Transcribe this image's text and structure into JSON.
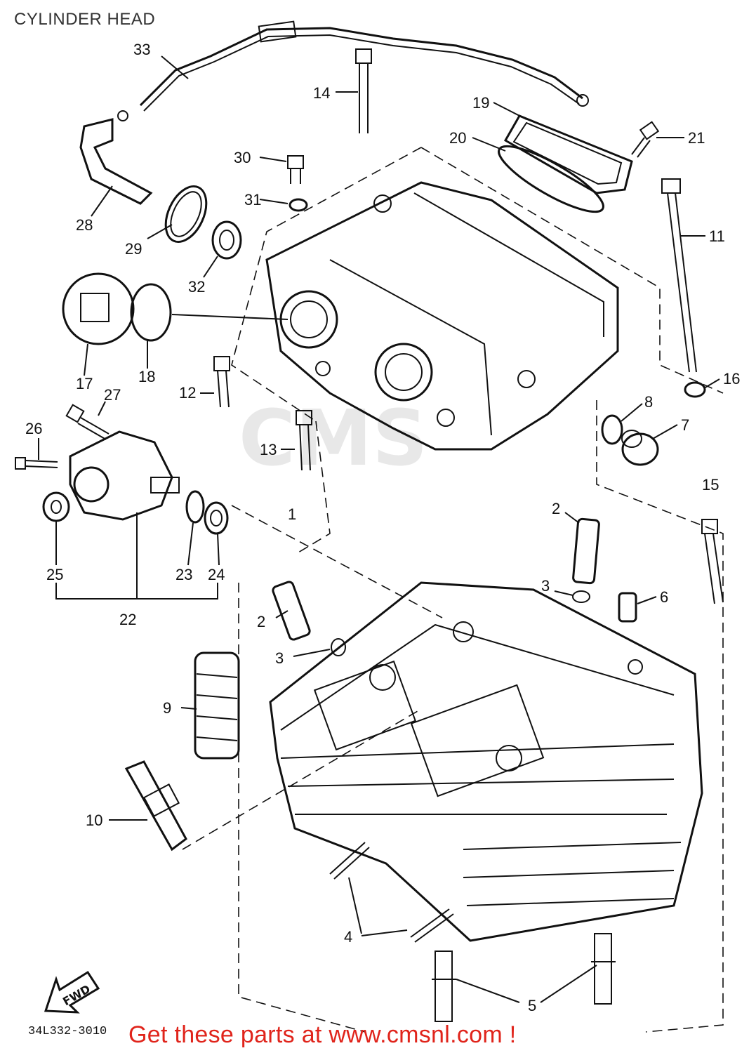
{
  "page": {
    "title": "CYLINDER HEAD"
  },
  "watermark": {
    "text": "CMS"
  },
  "footer": {
    "part_code": "34L332-3010",
    "promo": "Get these parts at www.cmsnl.com !"
  },
  "callouts": {
    "c1": "1",
    "c2a": "2",
    "c2b": "2",
    "c3a": "3",
    "c3b": "3",
    "c4": "4",
    "c5": "5",
    "c6": "6",
    "c7": "7",
    "c8": "8",
    "c9": "9",
    "c10": "10",
    "c11": "11",
    "c12": "12",
    "c13": "13",
    "c14": "14",
    "c15": "15",
    "c16": "16",
    "c17": "17",
    "c18": "18",
    "c19": "19",
    "c20": "20",
    "c21": "21",
    "c22": "22",
    "c23": "23",
    "c24": "24",
    "c25": "25",
    "c26": "26",
    "c27": "27",
    "c28": "28",
    "c29": "29",
    "c30": "30",
    "c31": "31",
    "c32": "32",
    "c33": "33"
  },
  "icons": {
    "fwd": "forward-arrow-icon"
  },
  "fwd_label": "FWD"
}
